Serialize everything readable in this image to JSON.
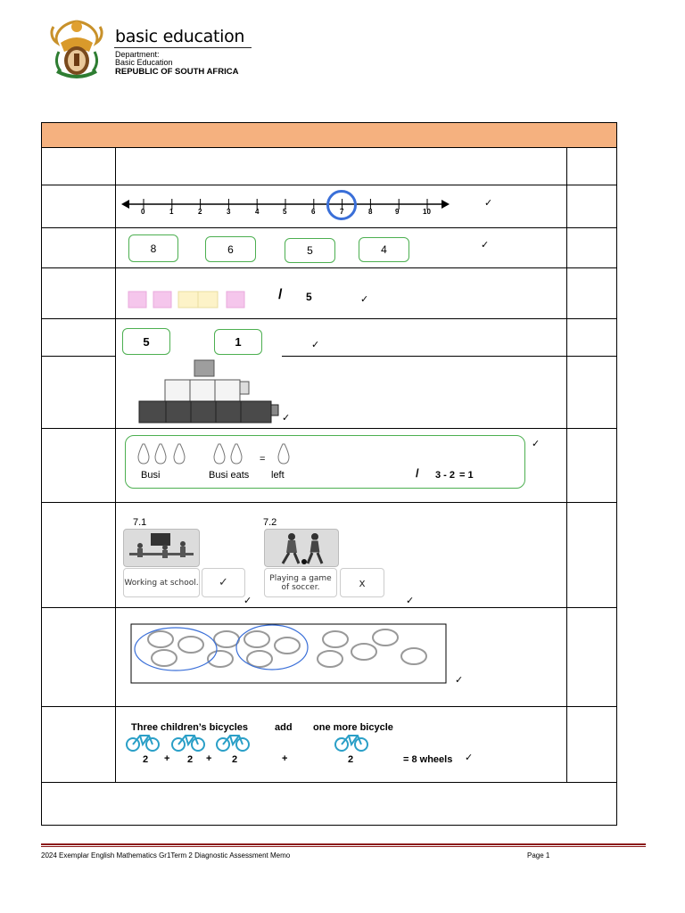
{
  "header": {
    "brand": "basic education",
    "department_line1": "Department:",
    "department_line2": "Basic Education",
    "country": "REPUBLIC OF SOUTH AFRICA"
  },
  "q1": {
    "ticks": [
      "0",
      "1",
      "2",
      "3",
      "4",
      "5",
      "6",
      "7",
      "8",
      "9",
      "10"
    ],
    "circled": "7",
    "mark": "✓"
  },
  "q2": {
    "boxes": [
      "8",
      "6",
      "5",
      "4"
    ],
    "mark": "✓"
  },
  "q3": {
    "slash": "/",
    "answer": "5",
    "mark": "✓"
  },
  "q4": {
    "boxes": [
      "5",
      "1"
    ],
    "mark": "✓"
  },
  "q5": {
    "mark": "✓"
  },
  "q6": {
    "busi": "Busi",
    "busi_eats": "Busi eats",
    "equals": "=",
    "left": "left",
    "slash": "/",
    "sum": "3 - 2",
    "result": "= 1",
    "mark": "✓"
  },
  "q7": {
    "label_1": "7.1",
    "label_2": "7.2",
    "caption_1": "Working at school.",
    "caption_2": "Playing a game of soccer.",
    "answer_1": "✓",
    "answer_2": "x",
    "mark_1": "✓",
    "mark_2": "✓"
  },
  "q8": {
    "mark": "✓"
  },
  "q9": {
    "text_1": "Three children’s bicycles",
    "text_2": "add",
    "text_3": "one more bicycle",
    "num_1": "2",
    "plus_1": "+",
    "num_2": "2",
    "plus_2": "+",
    "num_3": "2",
    "plus_3": "+",
    "num_4": "2",
    "result": "= 8 wheels",
    "mark": "✓"
  },
  "footer": {
    "title": "2024 Exemplar English Mathematics Gr1Term 2 Diagnostic Assessment Memo",
    "page": "Page 1"
  },
  "colors": {
    "header_band": "#f5b17f",
    "box_border": "#4caf50",
    "circle": "#3a6fd8",
    "footer_rule": "#8b1a1a"
  }
}
